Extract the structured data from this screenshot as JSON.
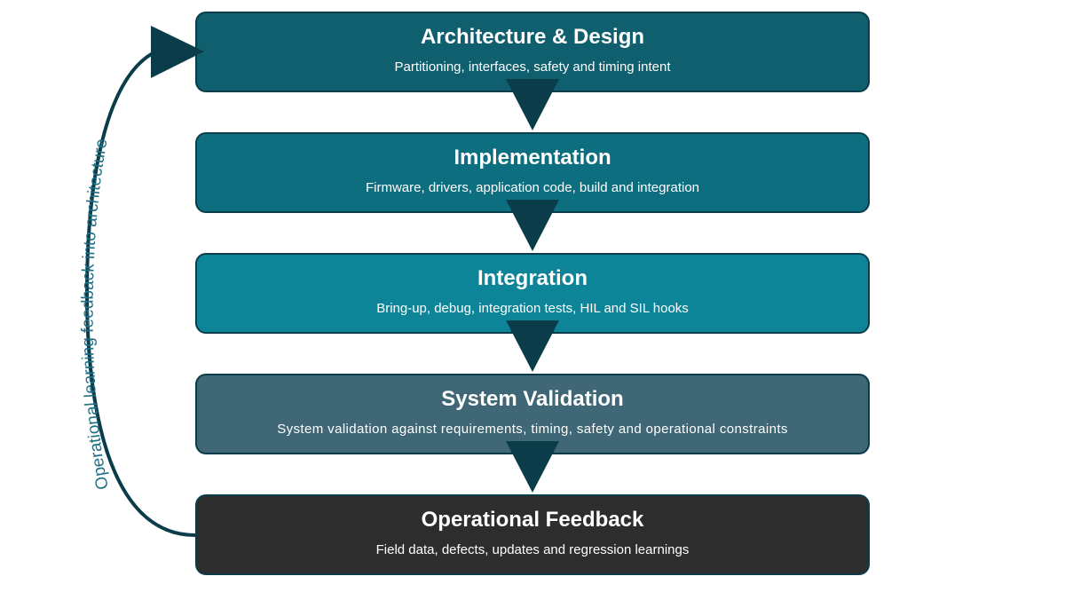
{
  "stages": [
    {
      "title": "Architecture & Design",
      "subtitle": "Partitioning, interfaces, safety and timing intent",
      "color": "#0f5f6f"
    },
    {
      "title": "Implementation",
      "subtitle": "Firmware, drivers, application code, build and integration",
      "color": "#0d6e80"
    },
    {
      "title": "Integration",
      "subtitle": "Bring-up, debug, integration tests, HIL and SIL hooks",
      "color": "#0e8499"
    },
    {
      "title": "System Validation",
      "subtitle": "System validation against requirements, timing, safety and operational constraints",
      "color": "#3f6775"
    },
    {
      "title": "Operational Feedback",
      "subtitle": "Field data, defects, updates and regression learnings",
      "color": "#2d2d2d"
    }
  ],
  "feedback_label": "Operational learning feedback  into architecture",
  "colors": {
    "arrow": "#0b3c4a",
    "label": "#1f6f86"
  }
}
